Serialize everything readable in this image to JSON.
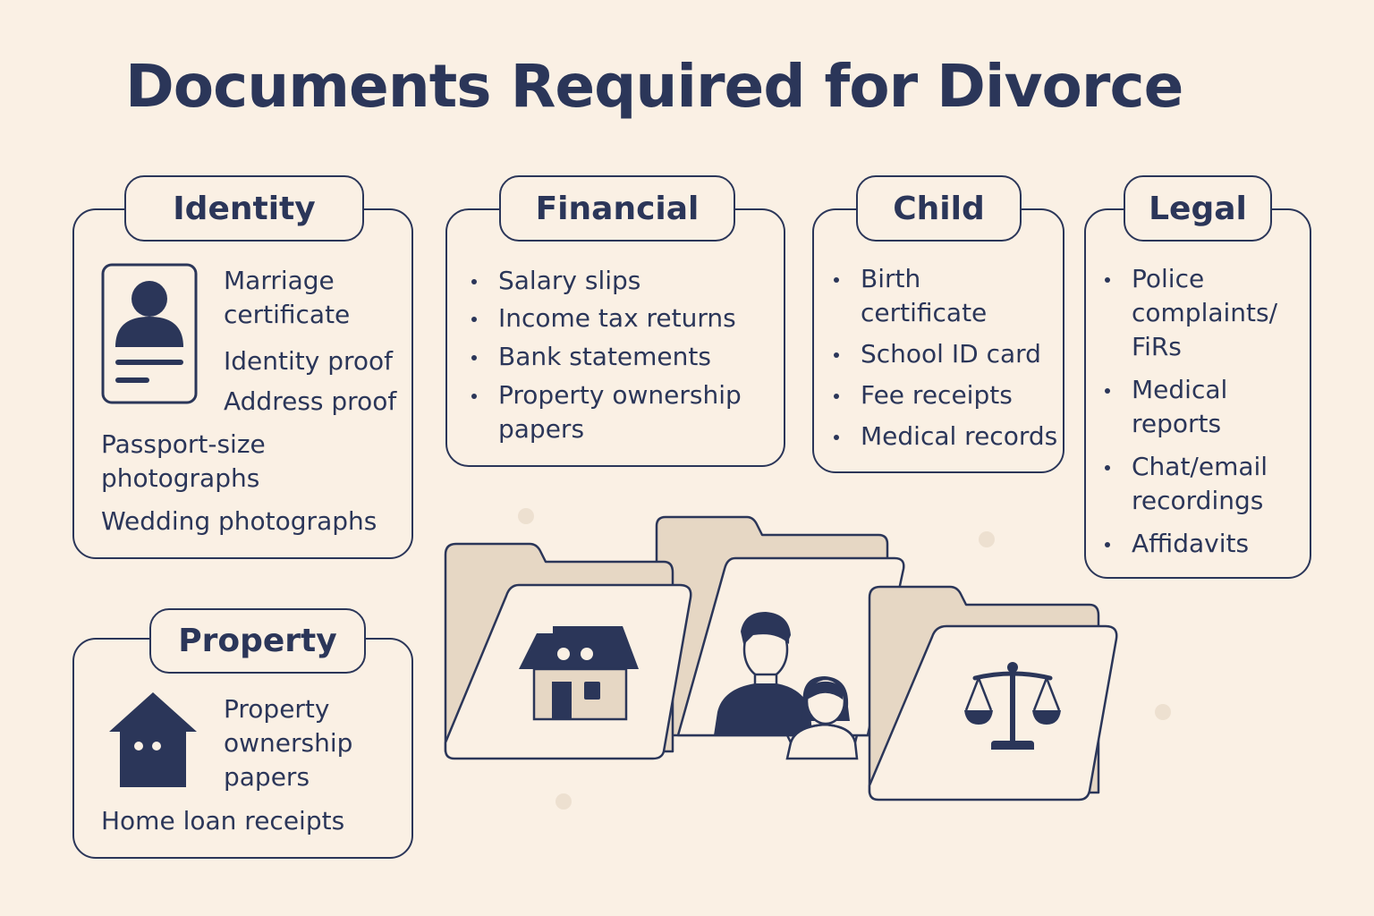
{
  "title": "Documents Required for Divorce",
  "colors": {
    "background": "#faf0e4",
    "ink": "#2b3659",
    "folder_back": "#e6d7c4"
  },
  "sections": {
    "identity": {
      "heading": "Identity",
      "icon": "id-card-icon",
      "items": [
        "Marriage certificate",
        "Identity proof",
        "Address proof",
        "Passport-size photographs",
        "Wedding photographs"
      ]
    },
    "financial": {
      "heading": "Financial",
      "items": [
        "Salary slips",
        "Income tax returns",
        "Bank statements",
        "Property ownership papers"
      ]
    },
    "child": {
      "heading": "Child",
      "items": [
        "Birth certificate",
        "School ID card",
        "Fee receipts",
        "Medical records"
      ]
    },
    "legal": {
      "heading": "Legal",
      "items": [
        "Police complaints/ FiRs",
        "Medical reports",
        "Chat/email recordings",
        "Affidavits"
      ]
    },
    "property": {
      "heading": "Property",
      "icon": "house-icon",
      "items": [
        "Property ownership papers",
        "Home loan receipts"
      ]
    }
  },
  "illustration": {
    "folders": [
      "house-folder-icon",
      "family-folder-icon",
      "scales-folder-icon"
    ]
  }
}
